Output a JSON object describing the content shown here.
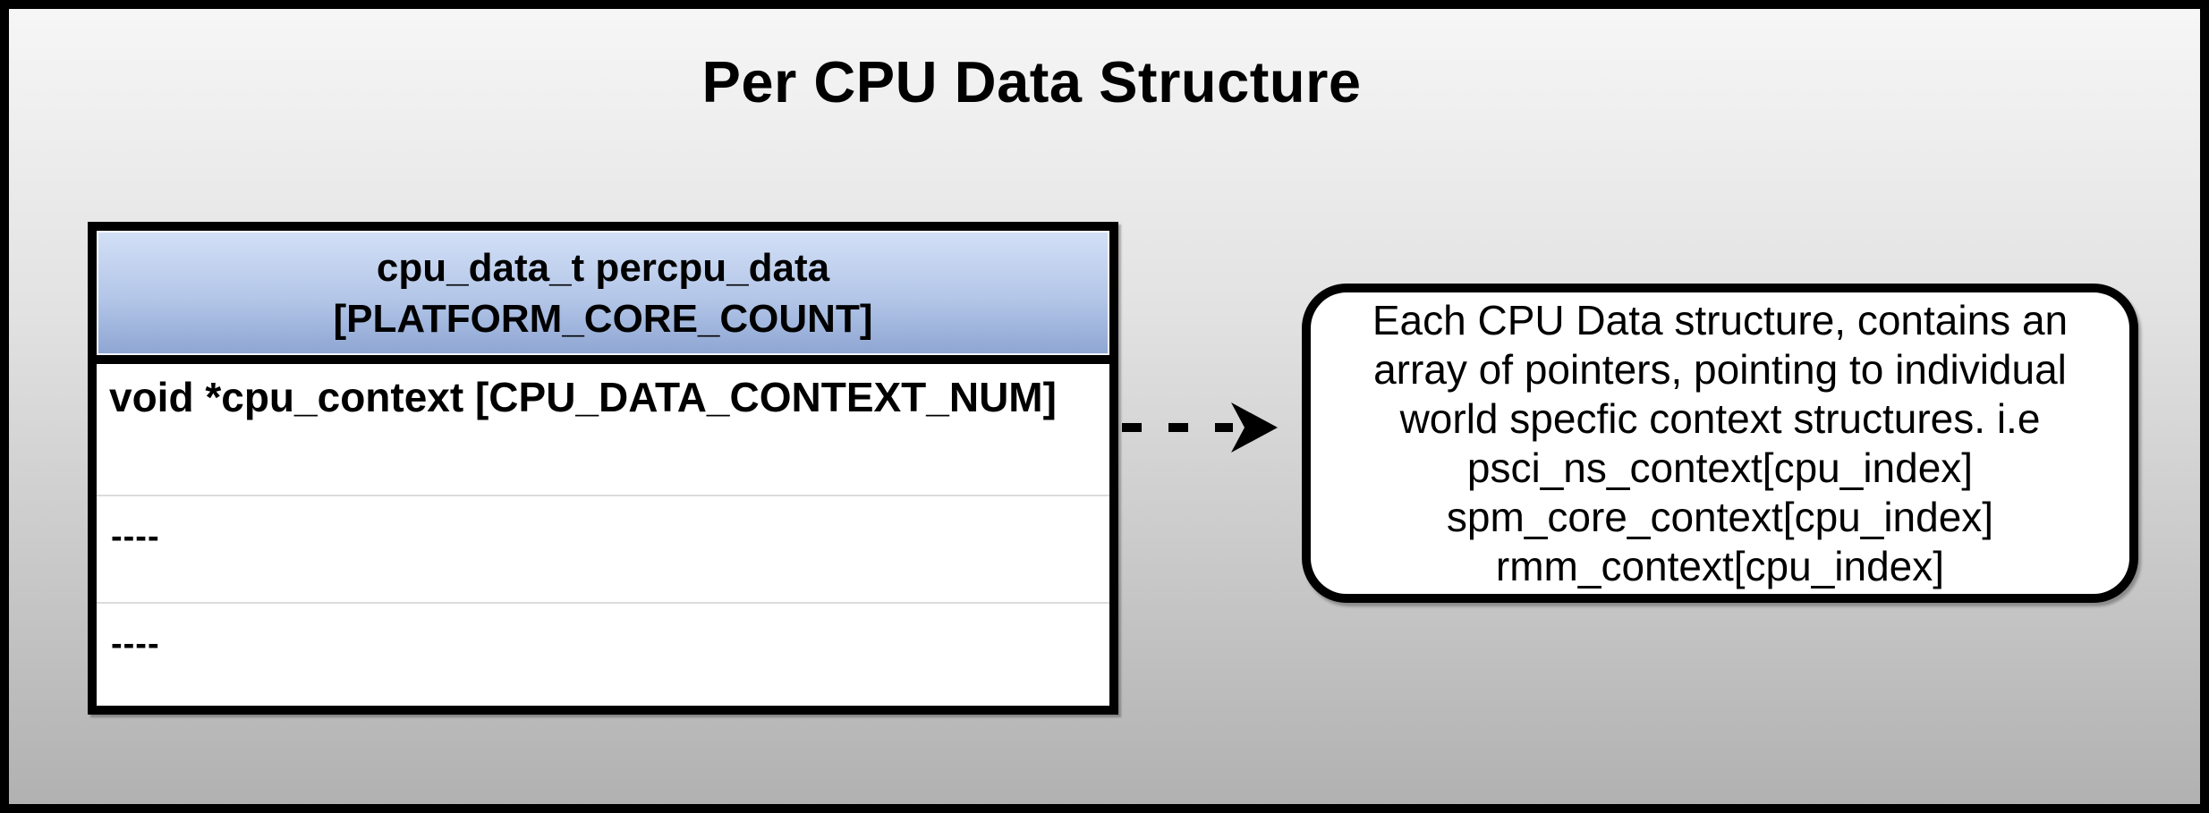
{
  "title": "Per CPU Data Structure",
  "table": {
    "header_line1": "cpu_data_t percpu_data",
    "header_line2": "[PLATFORM_CORE_COUNT]",
    "rows": [
      "void *cpu_context [CPU_DATA_CONTEXT_NUM]",
      "----",
      "----"
    ]
  },
  "callout": {
    "lines": [
      "Each CPU Data structure, contains an",
      "array of pointers, pointing to individual",
      "world specfic context structures. i.e",
      "psci_ns_context[cpu_index]",
      "spm_core_context[cpu_index]",
      "rmm_context[cpu_index]"
    ]
  },
  "colors": {
    "frame": "#000000",
    "background_top": "#f6f6f6",
    "background_bottom": "#b1b1b1",
    "header_gradient_top": "#d3e0f6",
    "header_gradient_bottom": "#8da5d2",
    "divider": "#dcdcdc",
    "arrow": "#000000"
  },
  "arrow": {
    "style": "dashed",
    "direction": "right"
  }
}
